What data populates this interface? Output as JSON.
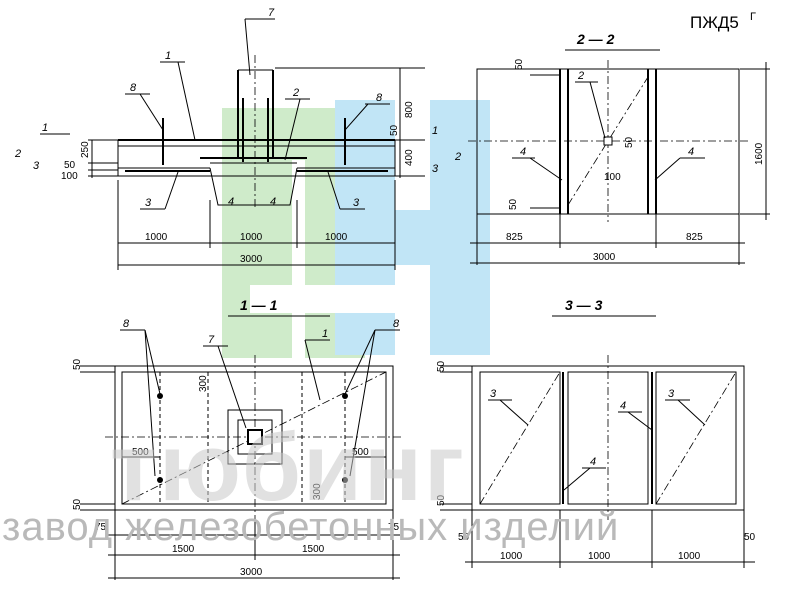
{
  "title": "ПЖД5",
  "title_sup": "Г",
  "sections": {
    "s11": "1 — 1",
    "s22": "2 — 2",
    "s33": "3 — 3"
  },
  "cut_marks": [
    "1",
    "2",
    "3"
  ],
  "dims": {
    "d1000": "1000",
    "d3000": "3000",
    "d825": "825",
    "d800": "800",
    "d400": "400",
    "d250": "250",
    "d100": "100",
    "d50": "50",
    "d1600": "1600",
    "d1500": "1500",
    "d500": "500",
    "d300": "300",
    "d75": "75"
  },
  "callouts": [
    "1",
    "2",
    "3",
    "4",
    "7",
    "8"
  ],
  "watermark": {
    "brand": "тюбинг",
    "text": "завод железобетонных изделий",
    "logo_colors": [
      "#a8dca0",
      "#8fd0f0"
    ]
  }
}
